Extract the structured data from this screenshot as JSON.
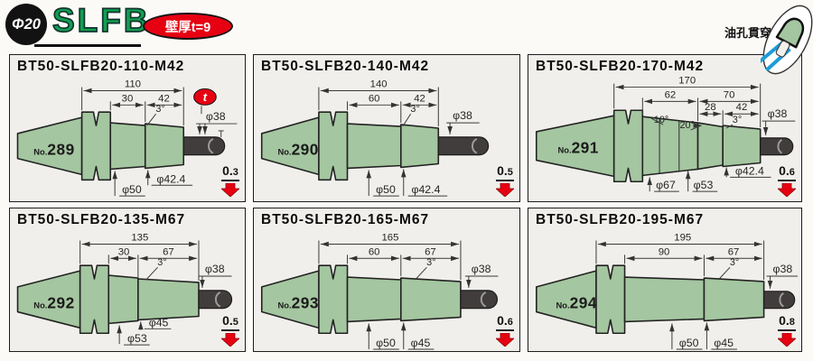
{
  "header": {
    "phi_badge": "Φ20",
    "series": "SLFB",
    "wall_thickness": "壁厚t=9",
    "oil_hole_label": "油孔貫穿",
    "accent_red": "#e60012",
    "series_green": "#0fa050",
    "tool_green": "#a4c6a0"
  },
  "panels": [
    {
      "title": "BT50-SLFB20-110-M42",
      "no_prefix": "No.",
      "no": "289",
      "dims": {
        "total": "110",
        "seg1": "30",
        "seg2": "42",
        "angle": "3°",
        "d_bar": "φ38",
        "d_front": "φ42.4",
        "d_rear": "φ50"
      },
      "t_badge": "t",
      "weight": {
        "big": "0.",
        "small": "3"
      }
    },
    {
      "title": "BT50-SLFB20-140-M42",
      "no_prefix": "No.",
      "no": "290",
      "dims": {
        "total": "140",
        "seg1": "60",
        "seg2": "42",
        "angle": "3°",
        "d_bar": "φ38",
        "d_rear": "φ50",
        "d_front": "φ42.4"
      },
      "weight": {
        "big": "0.",
        "small": "5"
      }
    },
    {
      "title": "BT50-SLFB20-170-M42",
      "no_prefix": "No.",
      "no": "291",
      "dims": {
        "total": "170",
        "seg1": "62",
        "seg2": "70",
        "seg3": "28",
        "seg4": "42",
        "angle1": "10°",
        "angle2": "20°",
        "angle": "3°",
        "d_bar": "φ38",
        "d_front": "φ42.4",
        "d_body": "φ67",
        "d_step": "φ53"
      },
      "weight": {
        "big": "0.",
        "small": "6"
      }
    },
    {
      "title": "BT50-SLFB20-135-M67",
      "no_prefix": "No.",
      "no": "292",
      "dims": {
        "total": "135",
        "seg1": "30",
        "seg2": "67",
        "angle": "3°",
        "d_bar": "φ38",
        "d_front": "φ45",
        "d_rear": "φ53"
      },
      "weight": {
        "big": "0.",
        "small": "5"
      }
    },
    {
      "title": "BT50-SLFB20-165-M67",
      "no_prefix": "No.",
      "no": "293",
      "dims": {
        "total": "165",
        "seg1": "60",
        "seg2": "67",
        "angle": "3°",
        "d_bar": "φ38",
        "d_rear": "φ50",
        "d_front": "φ45"
      },
      "weight": {
        "big": "0.",
        "small": "6"
      }
    },
    {
      "title": "BT50-SLFB20-195-M67",
      "no_prefix": "No.",
      "no": "294",
      "dims": {
        "total": "195",
        "seg1": "90",
        "seg2": "67",
        "angle": "3°",
        "d_bar": "φ38",
        "d_rear": "φ50",
        "d_front": "φ45"
      },
      "weight": {
        "big": "0.",
        "small": "8"
      }
    }
  ]
}
